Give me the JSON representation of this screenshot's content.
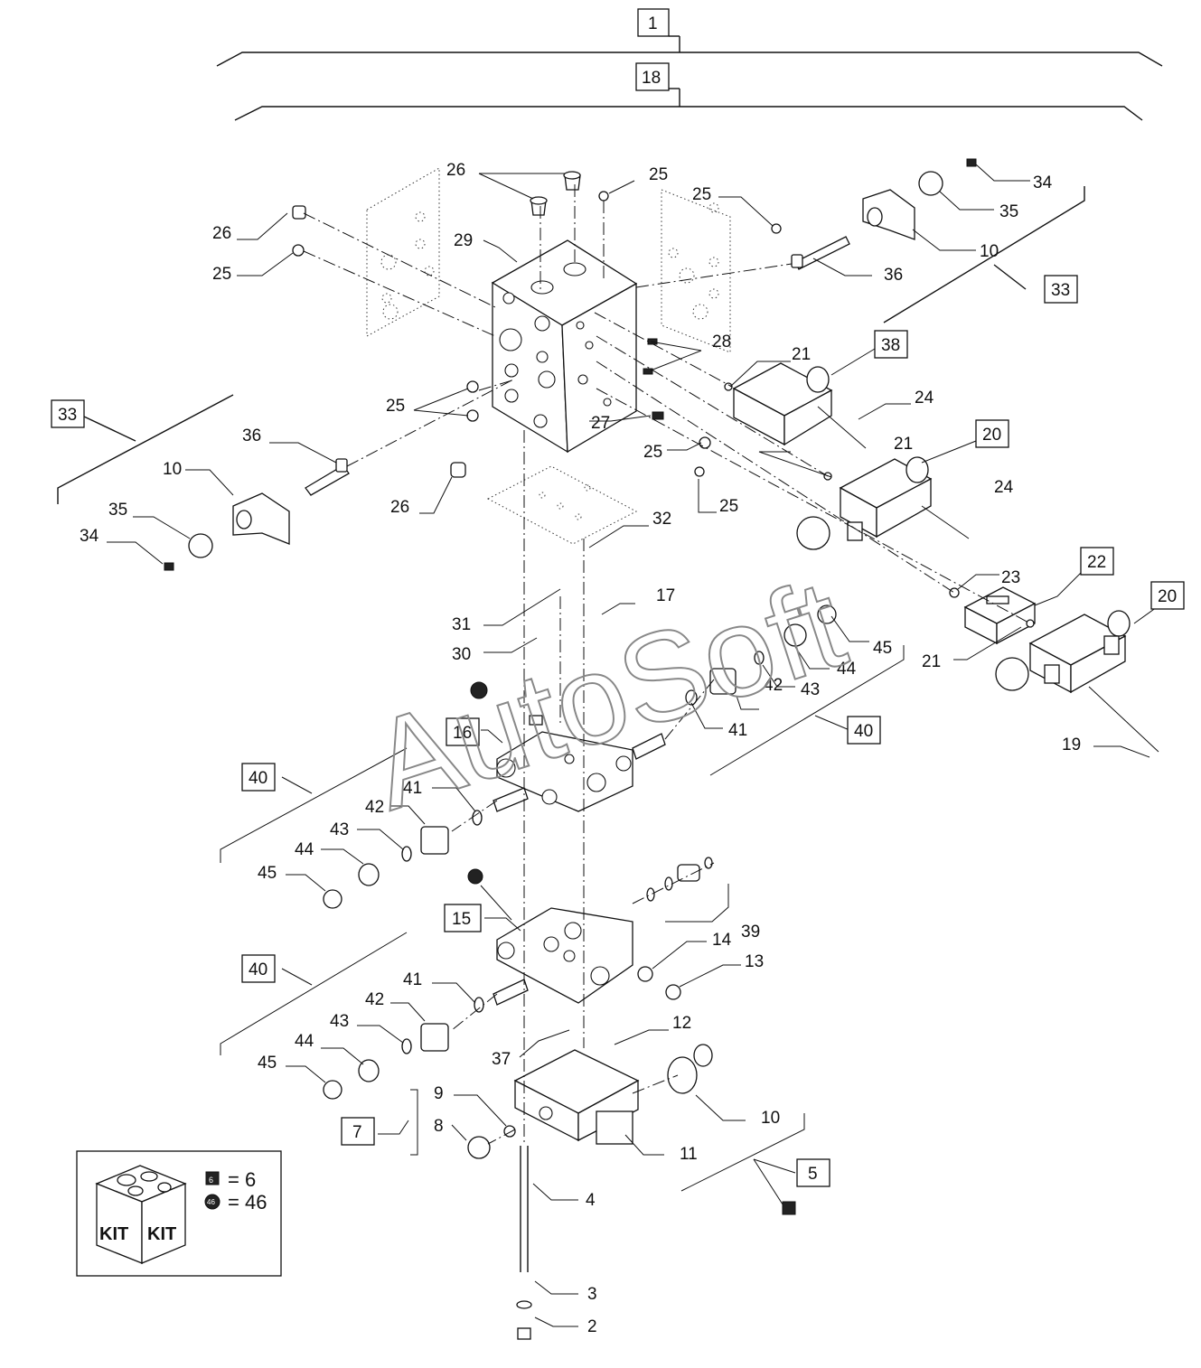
{
  "callouts": {
    "c1": "1",
    "c18": "18",
    "top_26a": "26",
    "top_25a": "25",
    "top_25b": "25",
    "top_34": "34",
    "top_35": "35",
    "left_26": "26",
    "left_25": "25",
    "c29": "29",
    "top_10": "10",
    "top_36": "36",
    "box_33_right": "33",
    "c28": "28",
    "c21a": "21",
    "box_38": "38",
    "c24a": "24",
    "box_33_left": "33",
    "left_36": "36",
    "mid_25": "25",
    "c27": "27",
    "c25c": "25",
    "c21b": "21",
    "box_20a": "20",
    "c24b": "24",
    "left_10": "10",
    "c26b": "26",
    "c25d": "25",
    "left_35": "35",
    "left_34": "34",
    "c32": "32",
    "c23": "23",
    "box_22": "22",
    "box_20b": "20",
    "c17": "17",
    "c31": "31",
    "c30": "30",
    "r45": "45",
    "r44": "44",
    "r43": "43",
    "r42": "42",
    "r41": "41",
    "c21c": "21",
    "box_40_right": "40",
    "c19": "19",
    "box_16": "16",
    "box_40_mid": "40",
    "m41": "41",
    "m42": "42",
    "m43": "43",
    "m44": "44",
    "m45": "45",
    "box_15": "15",
    "c39": "39",
    "c14": "14",
    "c13": "13",
    "box_40_low": "40",
    "l41": "41",
    "l42": "42",
    "l43": "43",
    "l44": "44",
    "l45": "45",
    "c12": "12",
    "c37": "37",
    "c9": "9",
    "c8": "8",
    "box_7": "7",
    "bot_10": "10",
    "c11": "11",
    "box_5": "5",
    "c4": "4",
    "c3": "3",
    "c2": "2"
  },
  "kit_legend": {
    "box_label_left": "KIT",
    "box_label_right": "KIT",
    "square_marker": "6",
    "square_value": "= 6",
    "circle_marker": "46",
    "circle_value": "= 46"
  },
  "watermark": "AutoSoft"
}
